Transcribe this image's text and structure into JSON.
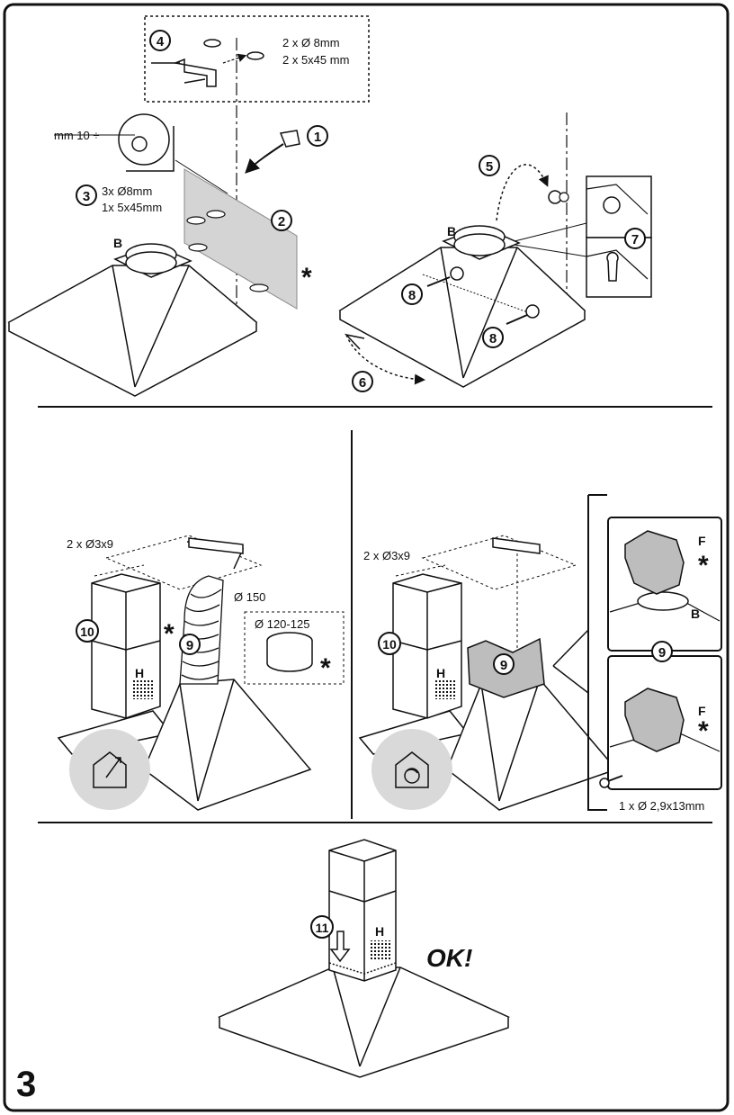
{
  "step_numbers": [
    "1",
    "2",
    "3",
    "4",
    "5",
    "6",
    "7",
    "8",
    "8",
    "9",
    "9",
    "9",
    "10",
    "10",
    "11"
  ],
  "labels": {
    "bracket_spec_1": "2 x Ø 8mm",
    "bracket_spec_2": "2 x 5x45 mm",
    "offset": "mm 10 ÷",
    "hood_spec_1": "3x Ø8mm",
    "hood_spec_2": "1x 5x45mm",
    "b_top_left": "B",
    "b_top_right": "B",
    "screws_left": "2 x Ø3x9",
    "duct_diameter": "Ø 150",
    "adapter_diameter": "Ø 120-125",
    "h_left": "H",
    "screws_right": "2 x Ø3x9",
    "h_right": "H",
    "f_top": "F",
    "b_detail": "B",
    "f_bottom": "F",
    "detail_screw": "1 x Ø 2,9x13mm",
    "h_final": "H",
    "ok": "OK!",
    "page_number": "3"
  },
  "marks": {
    "optional": "*"
  }
}
